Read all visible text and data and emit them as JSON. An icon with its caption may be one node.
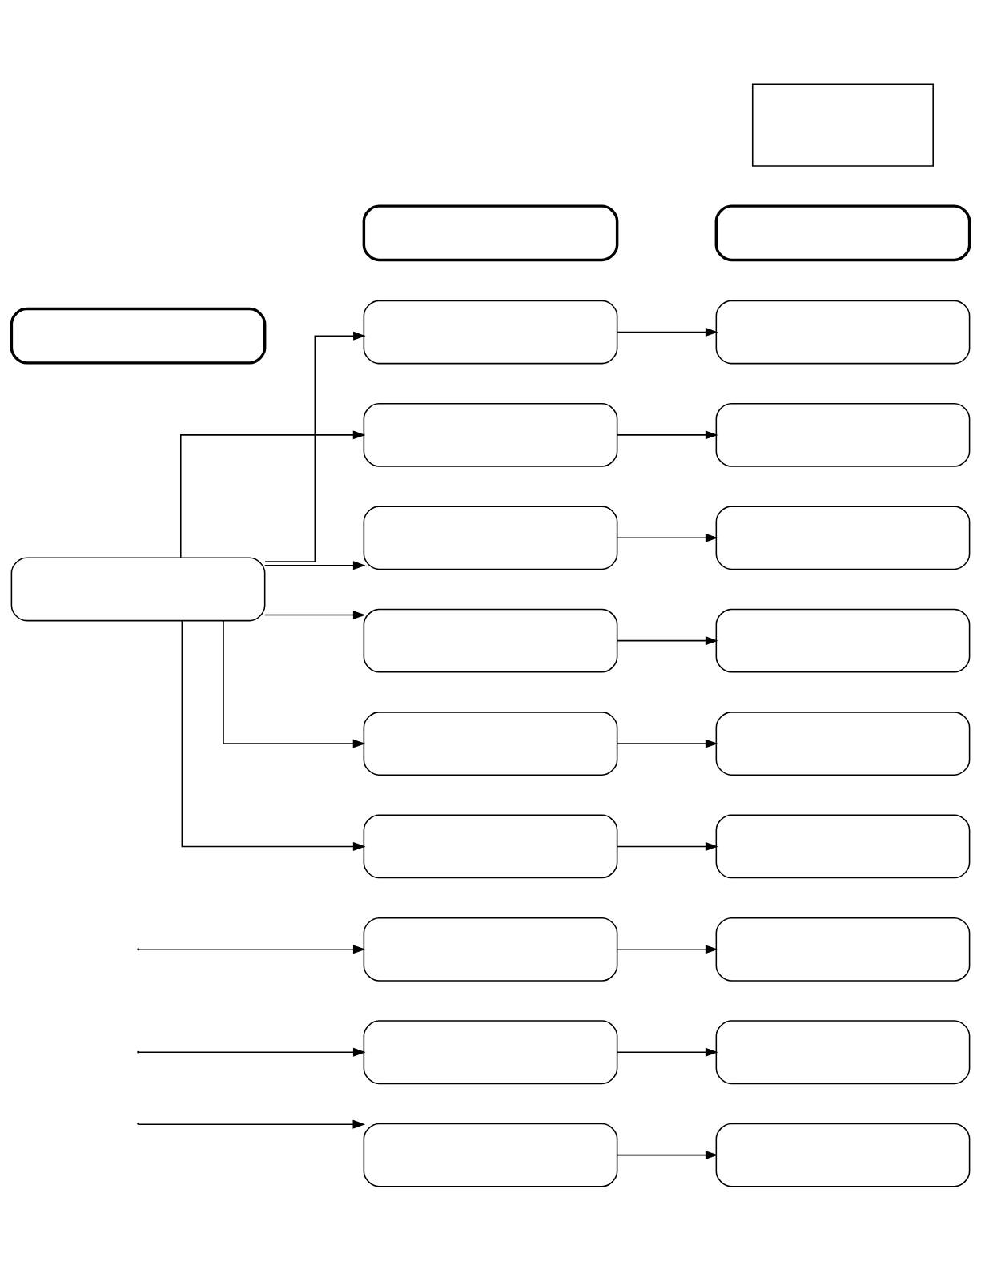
{
  "diagram": {
    "nodes": [
      {
        "text": [],
        "shape": "box"
      },
      {
        "text": [],
        "shape": "box"
      },
      {
        "text": [],
        "shape": "box"
      },
      {
        "text": [],
        "shape": "box"
      },
      {
        "text": [],
        "shape": "box"
      },
      {
        "text": [],
        "shape": "box"
      },
      {
        "text": [],
        "shape": "box"
      },
      {
        "text": [],
        "shape": "box"
      },
      {
        "text": [],
        "shape": "box"
      },
      {
        "text": [],
        "shape": "box"
      },
      {
        "text": [],
        "shape": "box"
      },
      {
        "text": [],
        "shape": "box"
      },
      {
        "text": [],
        "shape": "box"
      },
      {
        "text": [],
        "shape": "box"
      },
      {
        "text": [],
        "shape": "box"
      },
      {
        "text": [],
        "shape": "box"
      },
      {
        "text": [],
        "shape": "box"
      },
      {
        "text": [],
        "shape": "box"
      },
      {
        "text": [],
        "shape": "box"
      },
      {
        "text": [],
        "shape": "box"
      },
      {
        "text": [],
        "shape": "box"
      },
      {
        "text": [],
        "shape": "box"
      },
      {
        "text": [],
        "shape": "box"
      }
    ],
    "edges": [
      {
        "from": 4,
        "to": 5,
        "arrow": "to"
      },
      {
        "from": 4,
        "to": 7,
        "arrow": "to"
      },
      {
        "from": 4,
        "to": 9,
        "arrow": "to"
      },
      {
        "from": 4,
        "to": 11,
        "arrow": "to"
      },
      {
        "from": 4,
        "to": 13,
        "arrow": "to"
      },
      {
        "from": 4,
        "to": 15,
        "arrow": "to"
      },
      {
        "from": 5,
        "to": 6,
        "arrow": "to"
      },
      {
        "from": 7,
        "to": 8,
        "arrow": "to"
      },
      {
        "from": 9,
        "to": 10,
        "arrow": "to"
      },
      {
        "from": 11,
        "to": 12,
        "arrow": "to"
      },
      {
        "from": 13,
        "to": 14,
        "arrow": "to"
      },
      {
        "from": 15,
        "to": 16,
        "arrow": "to"
      },
      {
        "from": null,
        "to": 17,
        "arrow": "to"
      },
      {
        "from": null,
        "to": 19,
        "arrow": "to"
      },
      {
        "from": null,
        "to": 21,
        "arrow": "to"
      },
      {
        "from": 17,
        "to": 18,
        "arrow": "to"
      },
      {
        "from": 19,
        "to": 20,
        "arrow": "to"
      },
      {
        "from": 21,
        "to": 22,
        "arrow": "to"
      }
    ]
  }
}
